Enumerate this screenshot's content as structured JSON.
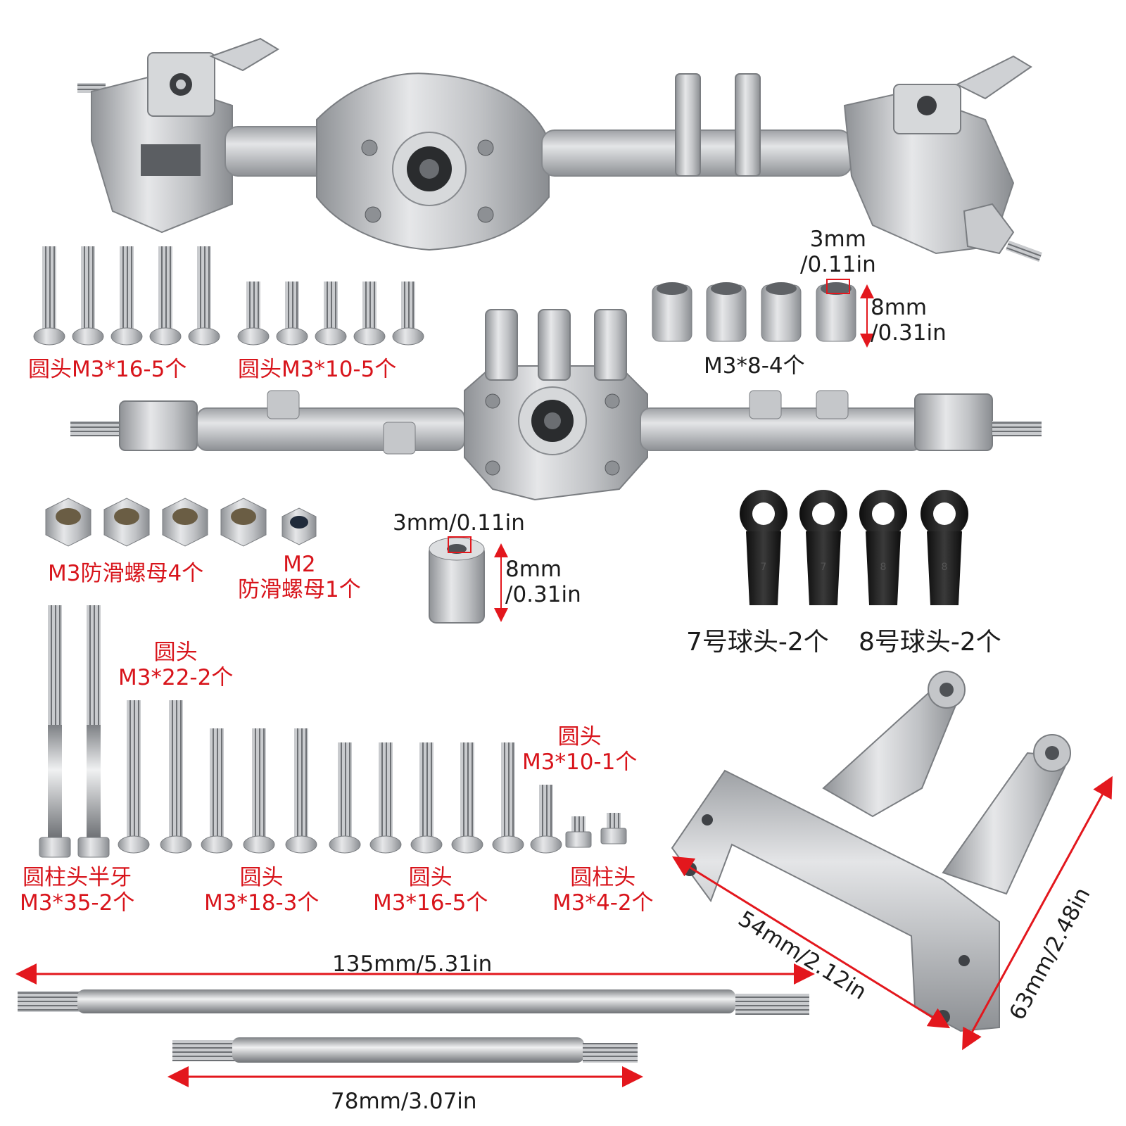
{
  "colors": {
    "label_red": "#d8141b",
    "label_black": "#1b1b1b",
    "metal": "#c2c4c7",
    "rubber": "#1a1a1a",
    "arrow": "#e3171d"
  },
  "labels": {
    "screw_m3_16_top": "圆头M3*16-5个",
    "screw_m3_10_top": "圆头M3*10-5个",
    "spacer_small_diam": "3mm\n/0.11in",
    "spacer_small_height": "8mm\n/0.31in",
    "spacer_small_name": "M3*8-4个",
    "nut_m3": "M3防滑螺母4个",
    "nut_m2": "M2\n防滑螺母1个",
    "spacer_large_diam": "3mm/0.11in",
    "spacer_large_height": "8mm\n/0.31in",
    "ball_7": "7号球头-2个",
    "ball_8": "8号球头-2个",
    "screw_m3_22": "圆头\nM3*22-2个",
    "screw_m3_10_single": "圆头\nM3*10-1个",
    "screw_m3_35": "圆柱头半牙\nM3*35-2个",
    "screw_m3_18": "圆头\nM3*18-3个",
    "screw_m3_16_bottom": "圆头\nM3*16-5个",
    "screw_m3_4": "圆柱头\nM3*4-2个",
    "link_long": "135mm/5.31in",
    "link_short": "78mm/3.07in",
    "bracket_width": "54mm/2.12in",
    "bracket_height": "63mm/2.48in",
    "ball_end_mark_7": "7",
    "ball_end_mark_8": "8"
  }
}
